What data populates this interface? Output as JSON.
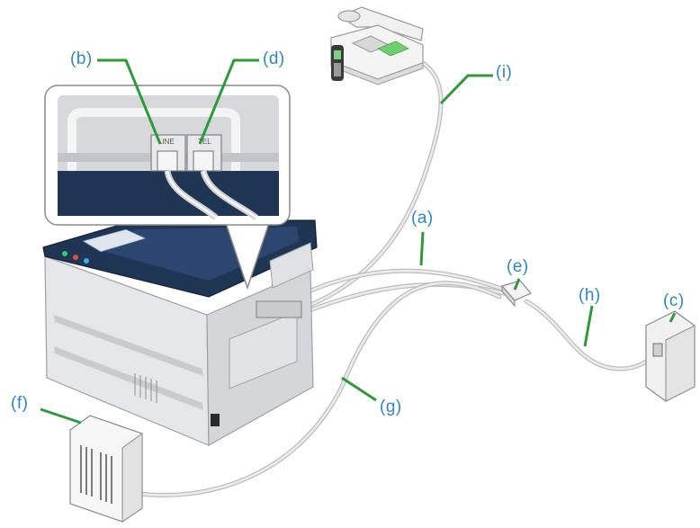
{
  "labels": {
    "a": "(a)",
    "b": "(b)",
    "c": "(c)",
    "d": "(d)",
    "e": "(e)",
    "f": "(f)",
    "g": "(g)",
    "h": "(h)",
    "i": "(i)"
  },
  "port_labels": {
    "line": "LINE",
    "tel": "TEL"
  },
  "colors": {
    "callout_text": "#2e86c8",
    "leader_line": "#2f9a3a",
    "cable": "#d4d4d4",
    "printer_panel": "#1f3554",
    "printer_body": "#e9eaec",
    "phone_screen": "#6fcf6f"
  }
}
